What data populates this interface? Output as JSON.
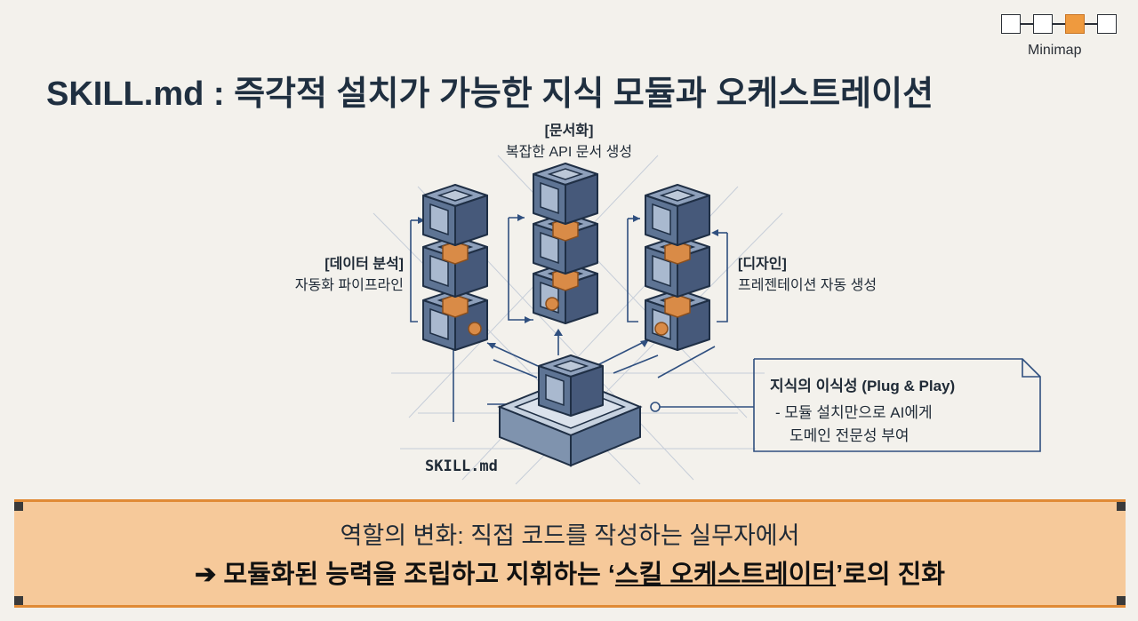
{
  "minimap": {
    "label": "Minimap",
    "cells": 4,
    "active_index": 2
  },
  "title": "SKILL.md : 즉각적 설치가 가능한 지식 모듈과 오케스트레이션",
  "diagram": {
    "top": {
      "title": "[문서화]",
      "subtitle": "복잡한 API 문서 생성"
    },
    "left": {
      "title": "[데이터 분석]",
      "subtitle": "자동화 파이프라인"
    },
    "right": {
      "title": "[디자인]",
      "subtitle": "프레젠테이션 자동 생성"
    },
    "base_label": "SKILL.md"
  },
  "callout": {
    "title": "지식의 이식성 (Plug & Play)",
    "line1": "- 모듈 설치만으로 AI에게",
    "line2": "도메인 전문성 부여"
  },
  "banner": {
    "line1": "역할의 변화: 직접 코드를 작성하는 실무자에서",
    "arrow": "➔",
    "line2_prefix": "모듈화된 능력을 조립하고 지휘하는 ‘",
    "line2_highlight": "스킬 오케스트레이터",
    "line2_suffix": "’로의 진화"
  },
  "colors": {
    "accent_orange": "#ef9a3e",
    "banner_fill": "#f6c99a",
    "cube_face": "#5e7494",
    "cube_dark": "#3e5270",
    "connector": "#d98b47",
    "line_blue": "#2f4f7f"
  }
}
